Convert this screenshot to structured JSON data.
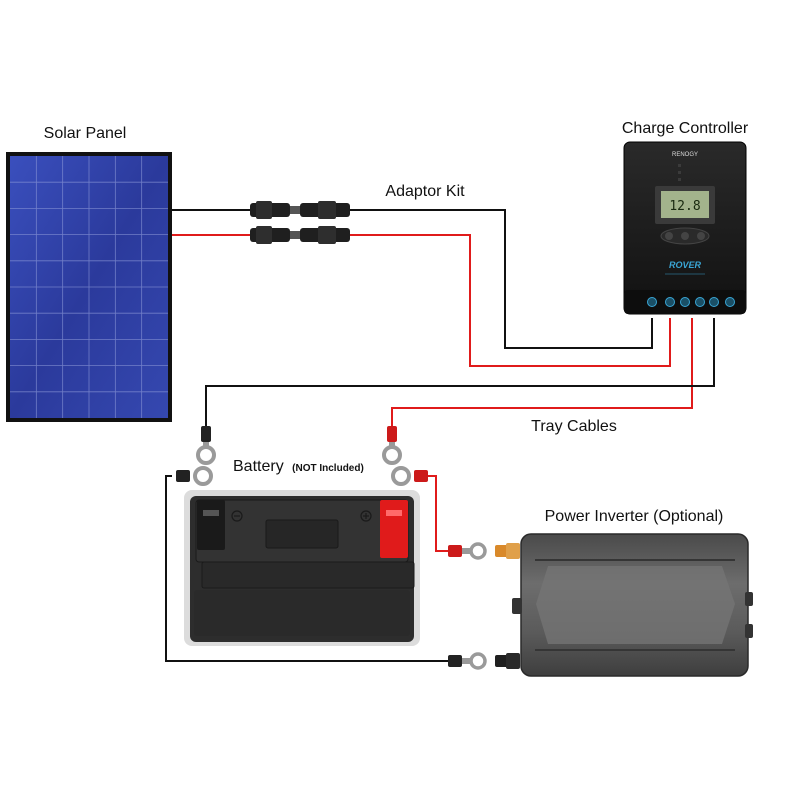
{
  "labels": {
    "solar_panel": "Solar Panel",
    "charge_controller": "Charge Controller",
    "adaptor_kit": "Adaptor Kit",
    "tray_cables": "Tray Cables",
    "battery": "Battery",
    "battery_note": "(NOT Included)",
    "power_inverter": "Power Inverter (Optional)"
  },
  "controller": {
    "brand": "RENOGY",
    "model": "ROVER",
    "display_value": "12.8"
  },
  "colors": {
    "positive_wire": "#e01b1b",
    "negative_wire": "#111111",
    "panel_blue": "#2f3fa8",
    "controller_body": "#1c1c1c",
    "accent": "#3aa6d6"
  }
}
